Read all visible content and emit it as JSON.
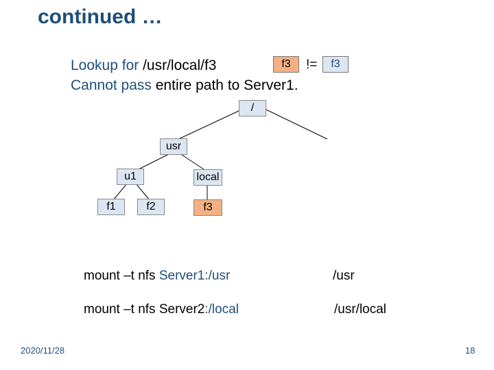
{
  "title": "continued …",
  "lookup": {
    "prefix": "Lookup for ",
    "path": "/usr/local/f3"
  },
  "cannot": {
    "prefix": "Cannot pass ",
    "rest": "entire path to Server1."
  },
  "compare": {
    "left": "f3",
    "op": "!=",
    "right": "f3"
  },
  "tree": {
    "root": "/",
    "usr": "usr",
    "u1": "u1",
    "local": "local",
    "f1": "f1",
    "f2": "f2",
    "f3": "f3"
  },
  "mounts": [
    {
      "cmd_prefix": "mount –t nfs ",
      "server": "Server1",
      "remote": ":/usr",
      "target": "/usr"
    },
    {
      "cmd_prefix": "mount –t nfs ",
      "server": "Server2",
      "remote": ":/local",
      "target": "/usr/local"
    }
  ],
  "footer": {
    "date": "2020/11/28",
    "page": "18"
  },
  "colors": {
    "title": "#1f4e79",
    "highlight": "#f4b183",
    "node_fill": "#dce6f2"
  }
}
